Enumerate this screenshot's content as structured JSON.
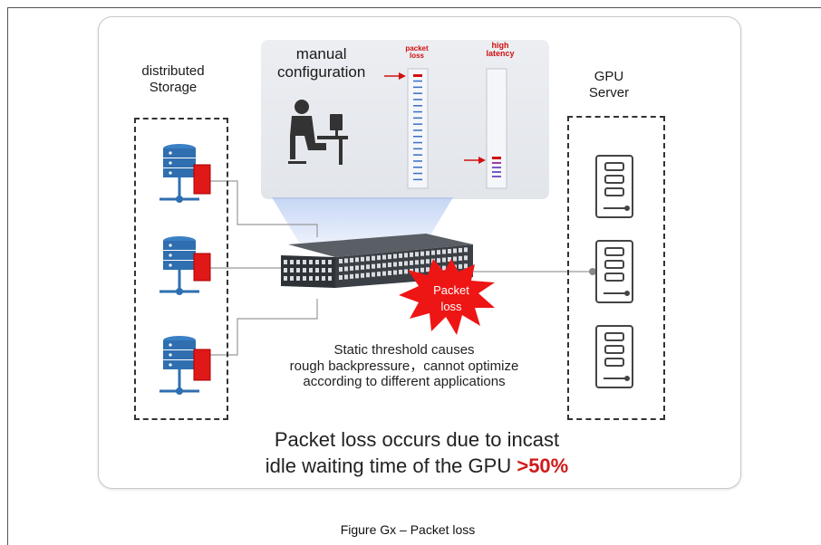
{
  "storage": {
    "title_line1": "distributed",
    "title_line2": "Storage"
  },
  "gpu": {
    "title_line1": "GPU",
    "title_line2": "Server"
  },
  "config": {
    "manual_line1": "manual",
    "manual_line2": "configuration",
    "packet_loss_line1": "packet",
    "packet_loss_line2": "loss",
    "high_latency_line1": "high",
    "high_latency_line2": "latency"
  },
  "switch_burst": {
    "line1": "Packet",
    "line2": "loss"
  },
  "static_text": {
    "line1": "Static threshold causes",
    "line2": "rough backpressure，cannot optimize",
    "line3": "according to different applications"
  },
  "summary": {
    "line1": "Packet loss occurs due to incast",
    "line2": "idle waiting time of the GPU",
    "highlight": ">50%"
  },
  "caption": "Figure Gx – Packet loss",
  "colors": {
    "accent_red": "#d11a1a",
    "storage_blue": "#2f6fb0",
    "beam_blue": "#9cb8ee"
  }
}
